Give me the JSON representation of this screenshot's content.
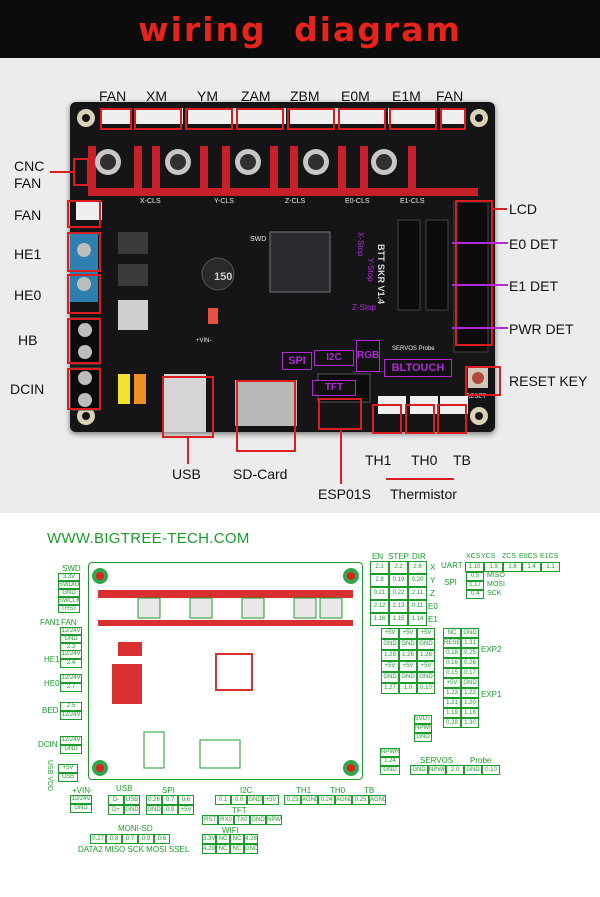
{
  "banner": {
    "title": "wiring diagram"
  },
  "top_labels": {
    "fan_top_left": "FAN",
    "xm": "XM",
    "ym": "YM",
    "zam": "ZAM",
    "zbm": "ZBM",
    "e0m": "E0M",
    "e1m": "E1M",
    "fan_top_right": "FAN",
    "cnc_fan_line1": "CNC",
    "cnc_fan_line2": "FAN",
    "fan_left": "FAN",
    "he1": "HE1",
    "he0": "HE0",
    "hb": "HB",
    "dcin": "DCIN",
    "lcd": "LCD",
    "e0_det": "E0 DET",
    "e1_det": "E1 DET",
    "pwr_det": "PWR DET",
    "reset_key": "RESET KEY",
    "usb": "USB",
    "sd_card": "SD-Card",
    "esp01s": "ESP01S",
    "th1": "TH1",
    "th0": "TH0",
    "tb": "TB",
    "thermistor": "Thermistor"
  },
  "board_overlay": {
    "spi": "SPI",
    "i2c": "I2C",
    "rgb": "RGB",
    "tft": "TFT",
    "bltouch": "BLTOUCH",
    "x_stop": "X-Stop",
    "y_stop": "Y-Stop",
    "z_stop": "Z-Stop",
    "board_name": "BTT SKR V1.4",
    "cap_value": "150",
    "xcls": "X-CLS",
    "ycls": "Y-CLS",
    "zcls": "Z-CLS",
    "e0cls": "E0-CLS",
    "e1cls": "E1-CLS",
    "swd": "SWD",
    "servos_probe": "SERVOS Probe",
    "reset": "RESET",
    "vin": "+VIN-"
  },
  "bottom": {
    "website": "WWW.BIGTREE-TECH.COM",
    "header_en": "EN",
    "header_step": "STEP",
    "header_dir": "DIR",
    "axis_x": "X",
    "axis_y": "Y",
    "axis_z": "Z",
    "axis_e0": "E0",
    "axis_e1": "E1",
    "uart": "UART",
    "spi_mode": "SPI",
    "header_xcs": "XCS",
    "header_ycs": "YCS",
    "header_zcs": "ZCS",
    "header_e0cs": "E0CS",
    "header_e1cs": "E1CS",
    "miso": "MISO",
    "mosi": "MOSI",
    "sck": "SCK",
    "exp2": "EXP2",
    "exp1": "EXP1",
    "swd_label": "SWD",
    "fan1_label": "FAN1",
    "fan_label": "FAN",
    "he1": "HE1",
    "he0": "HE0",
    "bed": "BED",
    "dcin": "DCIN",
    "usb_vdd": "USB VDD",
    "vin_label": "+VIN-",
    "usb_label": "USB",
    "spi_label": "SPI",
    "i2c_label": "I2C",
    "tft_label": "TFT",
    "wifi_label": "WIFI",
    "th1": "TH1",
    "th0": "TH0",
    "tb": "TB",
    "servos": "SERVOS",
    "probe": "Probe",
    "moni_sd": "MONI-SD",
    "moni_sd_pins": "DATA2 MISO SCK MOSI SSEL",
    "en_rows": [
      [
        "2.1",
        "2.2",
        "2.6"
      ],
      [
        "2.8",
        "0.19",
        "0.20"
      ],
      [
        "0.21",
        "0.22",
        "2.11"
      ],
      [
        "2.12",
        "2.13",
        "0.11"
      ],
      [
        "1.16",
        "1.15",
        "1.14"
      ]
    ],
    "cs_row": [
      "1.10",
      "1.9",
      "1.8",
      "1.4",
      "1.1"
    ],
    "spi_pins": [
      "0.5",
      "1.17",
      "0.4"
    ],
    "stop_pins": [
      [
        "+5V",
        "+5V",
        "+5V"
      ],
      [
        "GND",
        "GND",
        "GND"
      ],
      [
        "1.29",
        "1.26",
        "1.28"
      ],
      [
        "+5V",
        "+5V",
        "+5V"
      ],
      [
        "GND",
        "GND",
        "GND"
      ],
      [
        "1.27",
        "1.0",
        "0.10"
      ]
    ],
    "exp2_pins": [
      [
        "NC",
        "GND"
      ],
      [
        "RESET",
        "1.31"
      ],
      [
        "0.18",
        "0.25"
      ],
      [
        "0.16",
        "0.26"
      ],
      [
        "0.15",
        "0.17"
      ]
    ],
    "exp1_pins": [
      [
        "+5V",
        "GND"
      ],
      [
        "1.23",
        "1.22"
      ],
      [
        "1.21",
        "1.20"
      ],
      [
        "1.19",
        "1.18"
      ],
      [
        "0.28",
        "1.30"
      ]
    ],
    "probe_pins": [
      "5VOT",
      "NPWR",
      "GND"
    ],
    "servo_pins": [
      "GND",
      "NPWR",
      "2.0",
      "GND",
      "0.10"
    ],
    "neopixel_pins": [
      "NPWR",
      "1.24",
      "GND"
    ],
    "fan_pins": [
      "12/24V",
      "GND",
      "2.3"
    ],
    "swd_pins": [
      "3.3V",
      "SWDIO",
      "GND",
      "SWCLK",
      "TRST"
    ],
    "he1_pins": [
      "12/24V",
      "2.4"
    ],
    "he0_pins": [
      "12/24V",
      "2.7"
    ],
    "bed_pins": [
      "2.5",
      "12/24V"
    ],
    "dcin_pins": [
      "12/24V",
      "GND"
    ],
    "usbvdd_pins": [
      "+5V",
      "USB"
    ],
    "vin_pins": [
      "12/24V",
      "GND"
    ],
    "usb_pins": [
      [
        "D-",
        "USB"
      ],
      [
        "D+",
        "GND"
      ]
    ],
    "spi_bottom": [
      [
        "0.26",
        "0.7",
        "0.6"
      ],
      [
        "GND",
        "0.9",
        "+5V"
      ]
    ],
    "i2c_pins": [
      "0.1",
      "0.0",
      "GND",
      "+5V"
    ],
    "tft_pins": [
      "RST",
      "RX0",
      "TX0",
      "GND",
      "NPWR"
    ],
    "wifi_pins": [
      [
        "3.3V",
        "NC",
        "NC",
        "4.28"
      ],
      [
        "4.29",
        "NC",
        "NC",
        "GND"
      ]
    ],
    "th_pins": [
      [
        "0.23",
        "AGND"
      ],
      [
        "0.24",
        "AGND"
      ],
      [
        "0.25",
        "AGND"
      ]
    ],
    "moni_pins": [
      "0.27",
      "0.8",
      "0.7",
      "0.9",
      "0.6"
    ],
    "colors": {
      "accent": "#d81e1e",
      "diagram_green": "#1b9c2a",
      "det_magenta": "#b12ad6",
      "board": "#151517"
    }
  }
}
